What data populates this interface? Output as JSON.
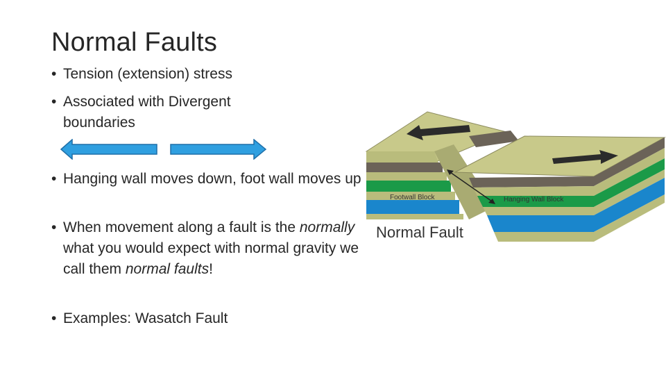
{
  "slide": {
    "title": "Normal Faults",
    "bullets": [
      {
        "text": "Tension (extension) stress"
      },
      {
        "text": "Associated with Divergent boundaries"
      },
      {
        "text": "Hanging wall moves down, foot wall moves up"
      },
      {
        "parts": [
          "When movement along a fault is the ",
          "normally",
          " what you would expect with normal gravity we call them ",
          "normal faults",
          "!"
        ]
      },
      {
        "text": "Examples: Wasatch Fault"
      }
    ],
    "bullet_symbol": "•"
  },
  "arrows": {
    "color": "#2f9fe0",
    "outline": "#1f6fa8",
    "directions": [
      "left",
      "right"
    ]
  },
  "diagram": {
    "footwall_label": "Footwall Block",
    "hanging_label": "Hanging Wall Block",
    "caption": "Normal Fault",
    "colors": {
      "top": "#c8c98a",
      "dark_layer": "#6b6358",
      "olive_layer": "#b9bc7c",
      "green_layer": "#1b9a48",
      "blue_layer": "#1a86cc",
      "arrow": "#2b2b2b"
    }
  }
}
